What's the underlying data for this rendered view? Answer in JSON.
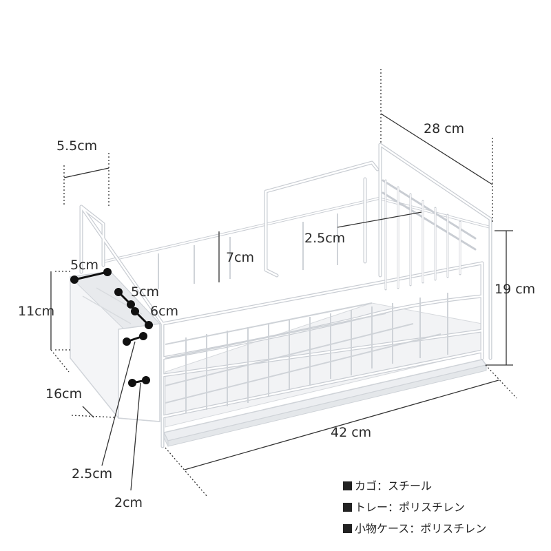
{
  "dimensions": {
    "width": "42 cm",
    "depth": "28 cm",
    "height": "19 cm",
    "utensil_width": "5.5cm",
    "inner_height": "7cm",
    "slot_pitch": "2.5cm",
    "case_height": "11cm",
    "case_depth": "16cm",
    "case_slot_a": "5cm",
    "case_slot_b": "5cm",
    "case_slot_c": "6cm",
    "hook_a": "2.5cm",
    "hook_b": "2cm"
  },
  "legend": {
    "items": [
      {
        "part": "カゴ",
        "material": "スチール"
      },
      {
        "part": "トレー",
        "material": "ポリスチレン"
      },
      {
        "part": "小物ケース",
        "material": "ポリスチレン"
      }
    ],
    "separator": "："
  },
  "colors": {
    "wire": "#ffffff",
    "wire_edge": "#c9cdd3",
    "tray": "#eef0f2",
    "ink": "#2b2b2b"
  }
}
